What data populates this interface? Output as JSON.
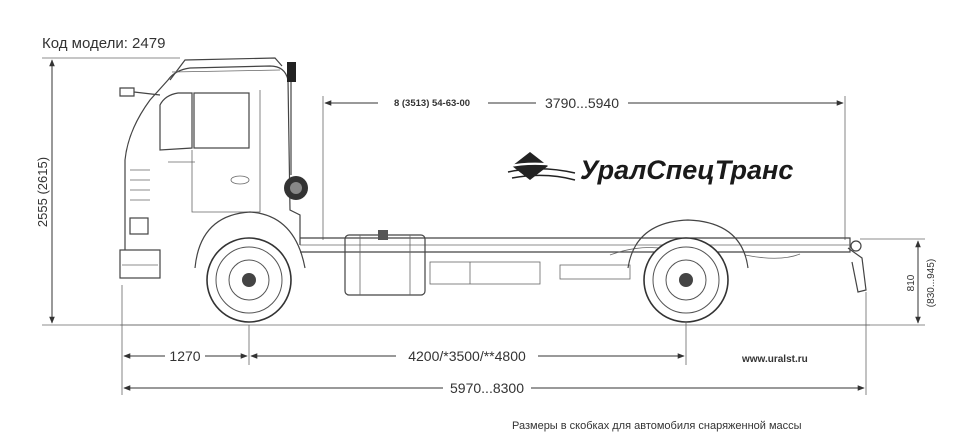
{
  "model_label": "Код модели: 2479",
  "dimensions": {
    "height": "2555 (2615)",
    "frame_height": "810",
    "frame_height_alt": "(830...945)",
    "front_overhang": "1270",
    "wheelbase": "4200/*3500/**4800",
    "total_length": "5970...8300",
    "platform_length": "3790...5940"
  },
  "phone": "8 (3513) 54-63-00",
  "brand": {
    "name": "УралСпецТранс",
    "url": "www.uralst.ru"
  },
  "note": "Размеры в скобках для автомобиля снаряженной массы"
}
